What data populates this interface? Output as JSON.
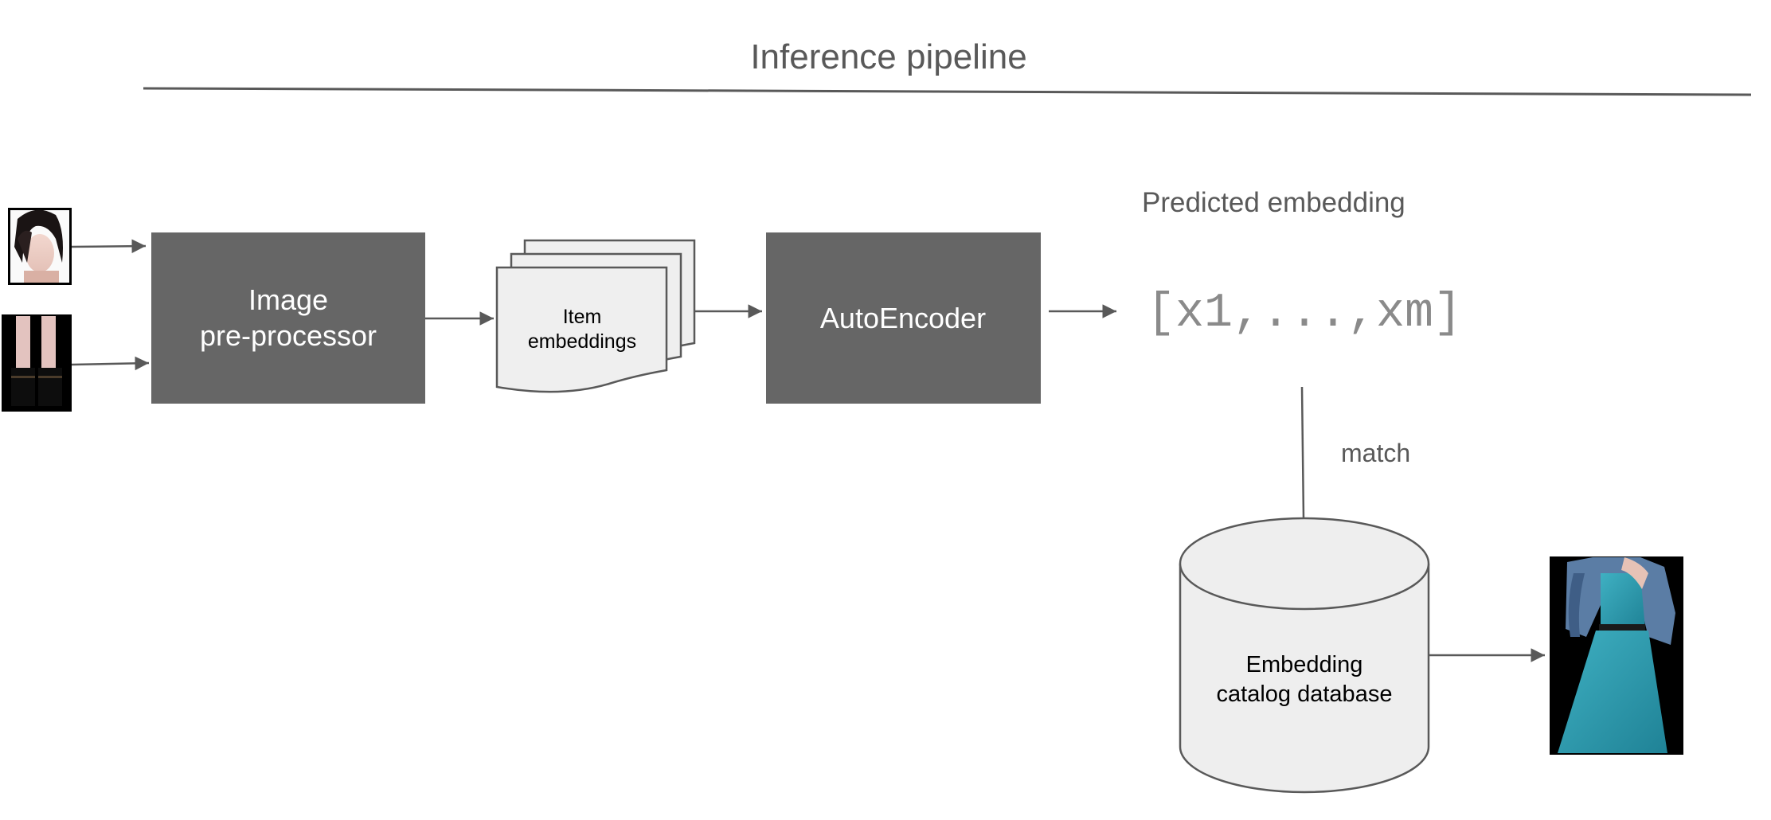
{
  "title": "Inference pipeline",
  "nodes": {
    "preprocessor": {
      "line1": "Image",
      "line2": "pre-processor"
    },
    "item_embeddings": {
      "line1": "Item",
      "line2": "embeddings"
    },
    "autoencoder": {
      "label": "AutoEncoder"
    },
    "predicted_embedding": {
      "label": "Predicted embedding",
      "vector": "[x1,...,xm]"
    },
    "database": {
      "line1": "Embedding",
      "line2": "catalog database"
    }
  },
  "edges": {
    "match_label": "match"
  },
  "images": {
    "input_1": "woman-portrait-thumbnail",
    "input_2": "boots-legs-thumbnail",
    "output": "teal-dress-denim-jacket-result"
  },
  "colors": {
    "box_fill": "#666666",
    "doc_fill": "#efefef",
    "db_fill": "#eeeeee",
    "stroke": "#595959",
    "title_text": "#595959",
    "vector_text": "#8a8a8a"
  }
}
